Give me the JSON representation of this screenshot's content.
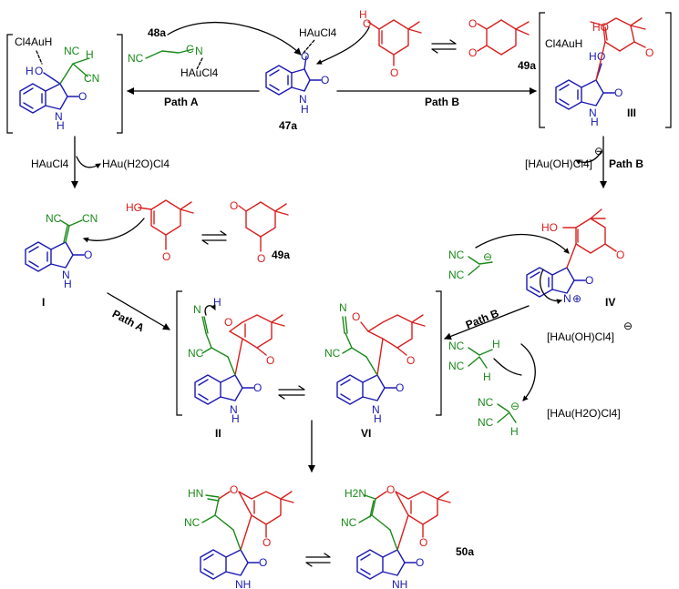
{
  "reagents": {
    "r48a": "48a",
    "r47a": "47a",
    "r49a_top": "49a",
    "r49a_mid": "49a",
    "r50a": "50a",
    "hauc_top": "HAuCl4",
    "hauc_top2": "HAuCl4",
    "cl4auh_left": "Cl4AuH",
    "cl4auh_right": "Cl4AuH",
    "hauc_left": "HAuCl4",
    "hau_h2o_left": "HAu(H2O)Cl4",
    "hau_oh_right": "[HAu(OH)Cl4]",
    "hau_oh_mid": "[HAu(OH)Cl4]",
    "hau_h2o_mid": "[HAu(H2O)Cl4]"
  },
  "paths": {
    "path_a_top": "Path A",
    "path_b_top": "Path B",
    "path_b_right": "Path B",
    "path_a_mid": "Path A",
    "path_b_mid": "Path B"
  },
  "intermediates": {
    "i": "I",
    "ii": "II",
    "iii": "III",
    "iv": "IV",
    "vi": "VI"
  },
  "atoms": {
    "nc": "NC",
    "cn": "CN",
    "n": "N",
    "nh": "NH",
    "h": "H",
    "ho": "HO",
    "o": "O",
    "hn": "HN",
    "h2n": "H2N",
    "c": "C",
    "minus": "⊖",
    "plus": "⊕"
  },
  "colors": {
    "blue": "#1a1ab4",
    "red": "#d8201e",
    "green": "#1a8a1a",
    "black": "#000000"
  }
}
